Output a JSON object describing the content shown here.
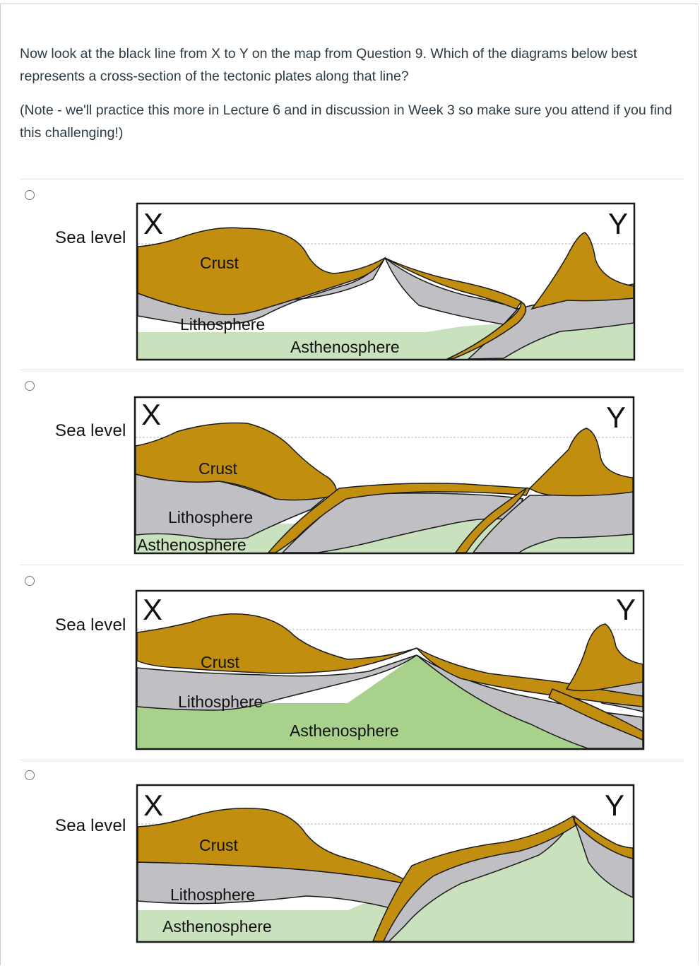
{
  "question": {
    "prompt": "Now look at the black line from X to Y on the map from Question 9. Which of the diagrams below best represents a cross-section of the tectonic plates along that line?",
    "note": "(Note - we'll practice this more in Lecture 6 and in discussion in Week 3 so make sure you attend if you find this challenging!)"
  },
  "options": [
    {
      "sea_level": "Sea level",
      "x": "X",
      "y": "Y",
      "crust": "Crust",
      "lithosphere": "Lithosphere",
      "asthenosphere": "Asthenosphere"
    },
    {
      "sea_level": "Sea level",
      "x": "X",
      "y": "Y",
      "crust": "Crust",
      "lithosphere": "Lithosphere",
      "asthenosphere": "Asthenosphere"
    },
    {
      "sea_level": "Sea level",
      "x": "X",
      "y": "Y",
      "crust": "Crust",
      "lithosphere": "Lithosphere",
      "asthenosphere": "Asthenosphere"
    },
    {
      "sea_level": "Sea level",
      "x": "X",
      "y": "Y",
      "crust": "Crust",
      "lithosphere": "Lithosphere",
      "asthenosphere": "Asthenosphere"
    }
  ],
  "colors": {
    "crust": "#c18e0f",
    "lithosphere": "#c0c0c4",
    "asthenosphere_a": "#c9e2bd",
    "asthenosphere_b": "#a8d18c",
    "outline": "#1a1a1a",
    "sea_level_line": "#b7b7b7"
  }
}
